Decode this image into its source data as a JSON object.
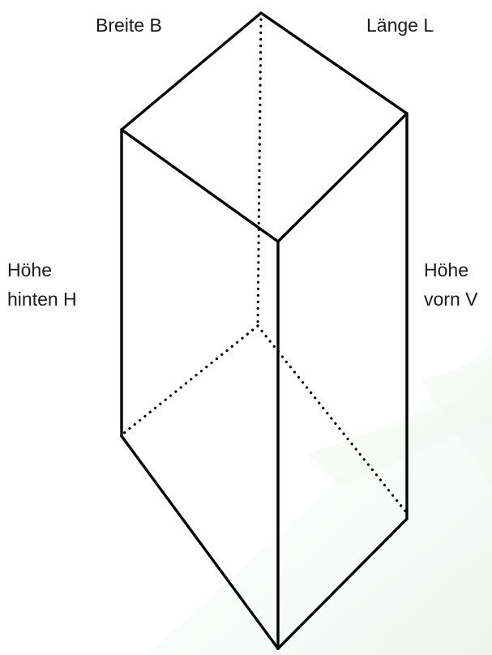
{
  "labels": {
    "width": "Breite B",
    "length": "Länge L",
    "height_back_line1": "Höhe",
    "height_back_line2": "hinten H",
    "height_front_line1": "Höhe",
    "height_front_line2": "vorn V"
  },
  "colors": {
    "edge": "#000000",
    "text": "#1a1a1a",
    "background_shade": "#e9f1ec"
  }
}
